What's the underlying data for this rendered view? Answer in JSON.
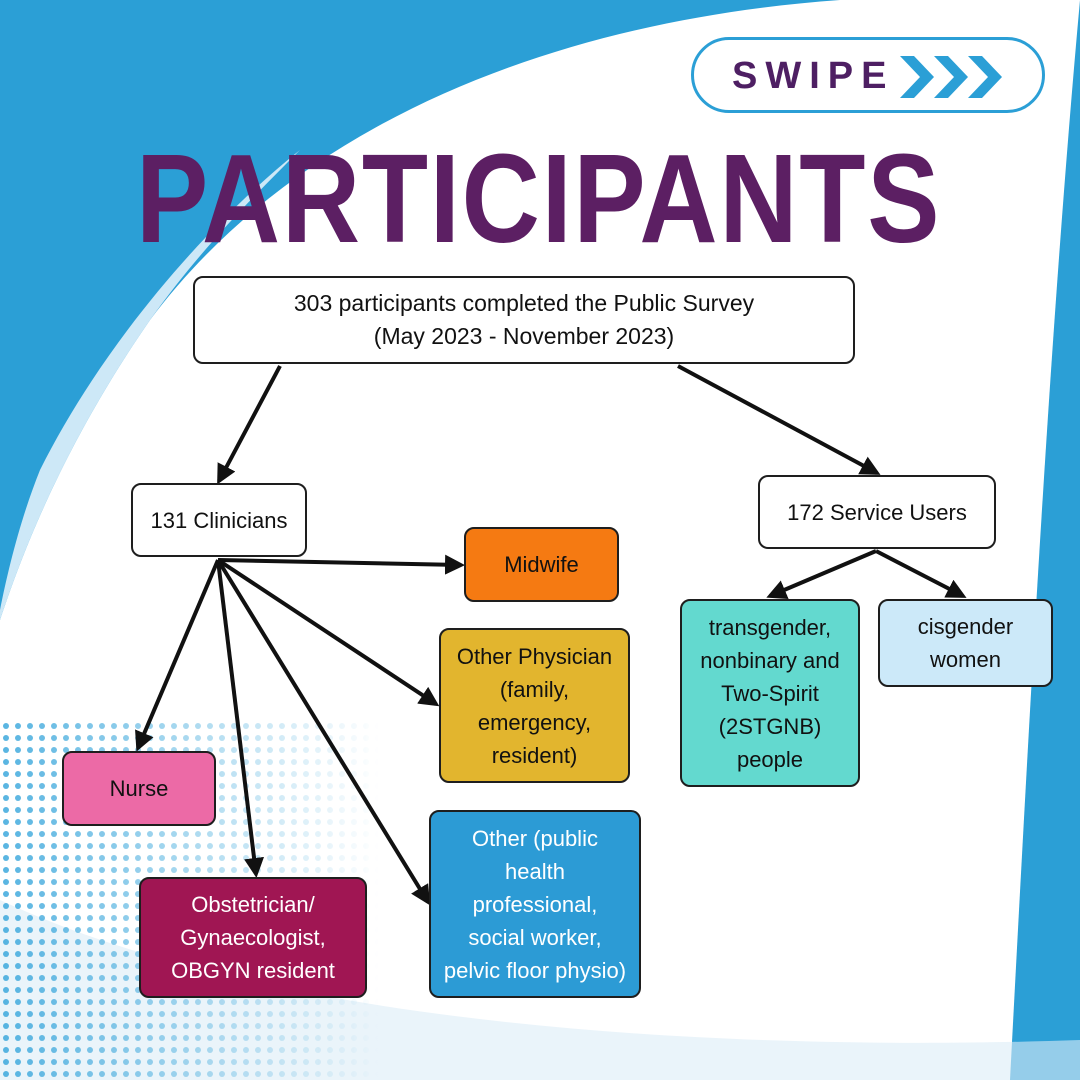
{
  "header": {
    "swipe_label": "SWIPE",
    "title": "PARTICIPANTS"
  },
  "diagram": {
    "root": "303  participants completed the Public Survey\n(May 2023 - November 2023)",
    "clinicians": "131 Clinicians",
    "service_users": "172 Service Users",
    "midwife": "Midwife",
    "other_physician": "Other Physician\n(family,\nemergency,\nresident)",
    "nurse": "Nurse",
    "obgyn": "Obstetrician/\nGynaecologist,\nOBGYN resident",
    "other": "Other (public\nhealth\nprofessional,\nsocial worker,\npelvic floor physio)",
    "transgender": "transgender,\nnonbinary and\nTwo-Spirit\n(2STGNB)\npeople",
    "cisgender": "cisgender\nwomen"
  },
  "colors": {
    "title": "#5c1f63",
    "accent_blue": "#2b9fd6",
    "midwife": "#f57a12",
    "other_physician": "#e2b52e",
    "nurse": "#ec6aa6",
    "obgyn": "#a01653",
    "other": "#2c9bd5",
    "transgender": "#63d9cf",
    "cisgender": "#cce9f9"
  },
  "icons": {
    "swipe_arrows": "triple-chevron-right-icon"
  }
}
